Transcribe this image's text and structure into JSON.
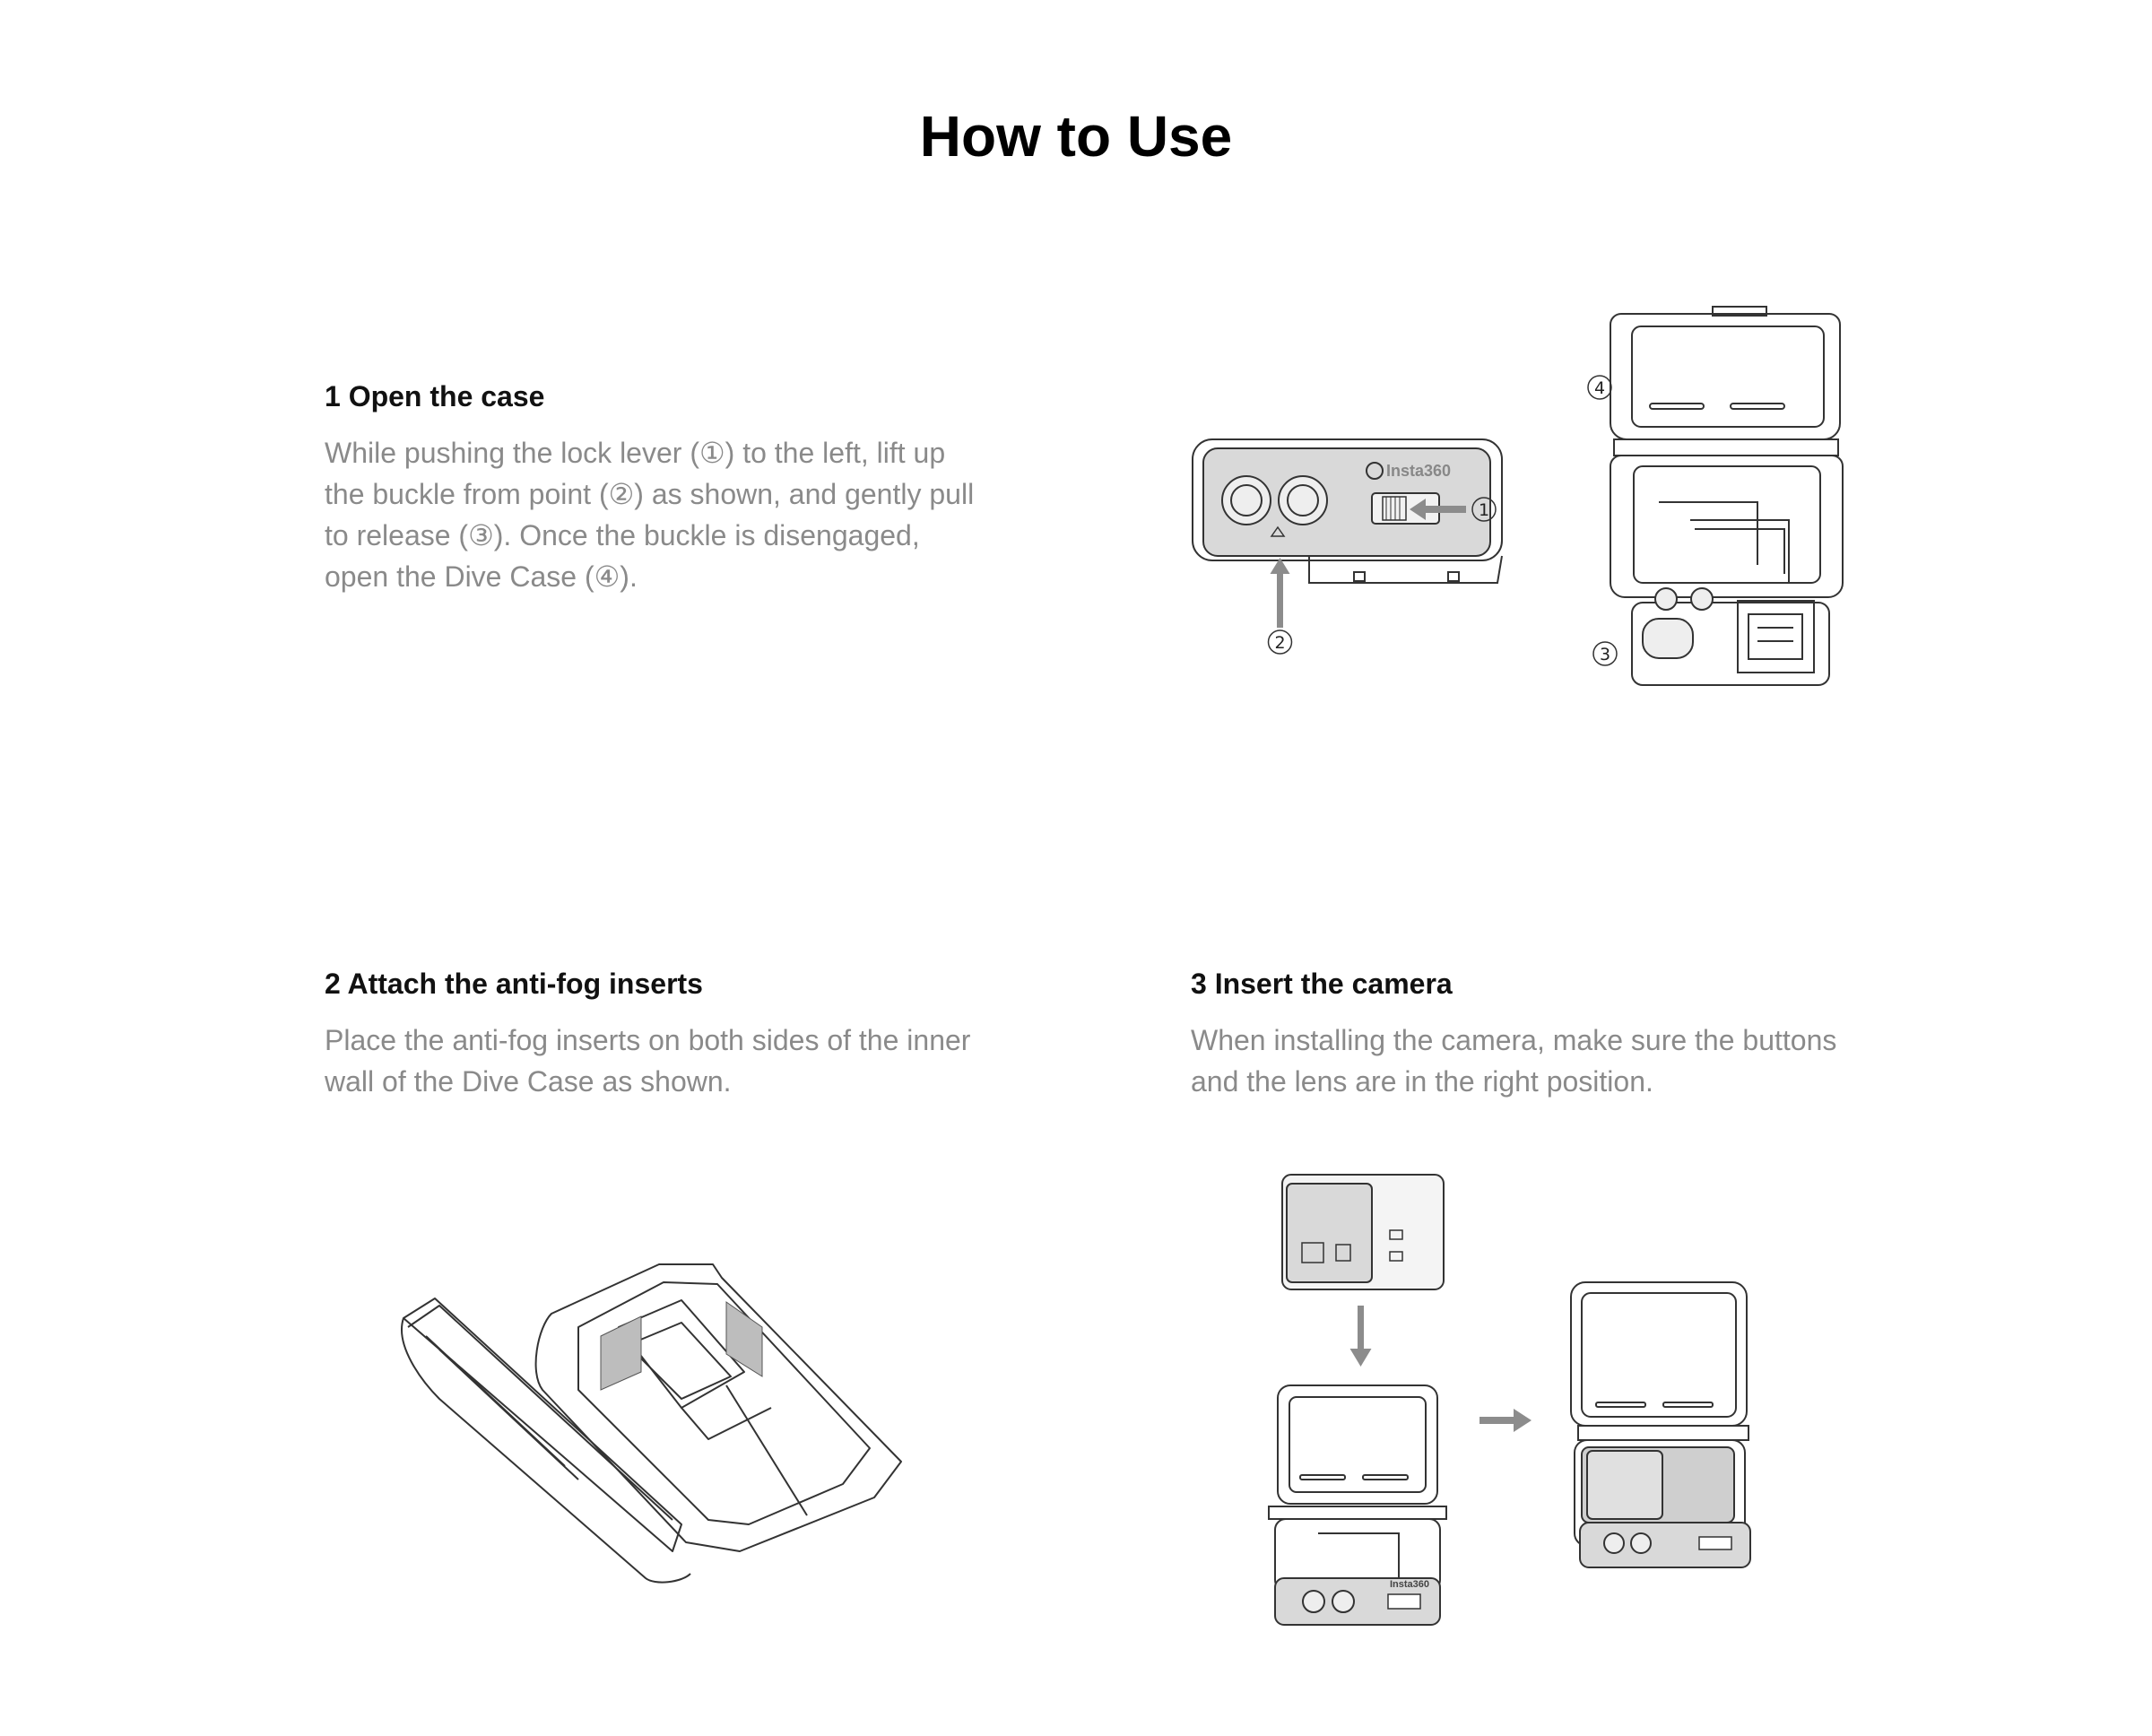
{
  "page": {
    "title": "How to Use"
  },
  "steps": [
    {
      "heading": "1 Open the case",
      "body": "While pushing the lock lever (①) to the left, lift up the buckle from point (②) as shown, and gently pull to release (③). Once the buckle is disengaged, open the Dive Case (④).",
      "callouts": [
        "1",
        "2",
        "3",
        "4"
      ],
      "brand_mark": "Insta360"
    },
    {
      "heading": "2 Attach the anti-fog inserts",
      "body": "Place the anti-fog inserts on both sides of the inner wall of the Dive Case as shown."
    },
    {
      "heading": "3 Insert the camera",
      "body": "When installing the camera, make sure the buttons and the lens are in the right position.",
      "brand_mark": "Insta360"
    }
  ],
  "colors": {
    "heading": "#111111",
    "body_text": "#8a8a8a",
    "line_art": "#333333",
    "fill_gray": "#d9d9d9",
    "arrow": "#8c8c8c"
  }
}
